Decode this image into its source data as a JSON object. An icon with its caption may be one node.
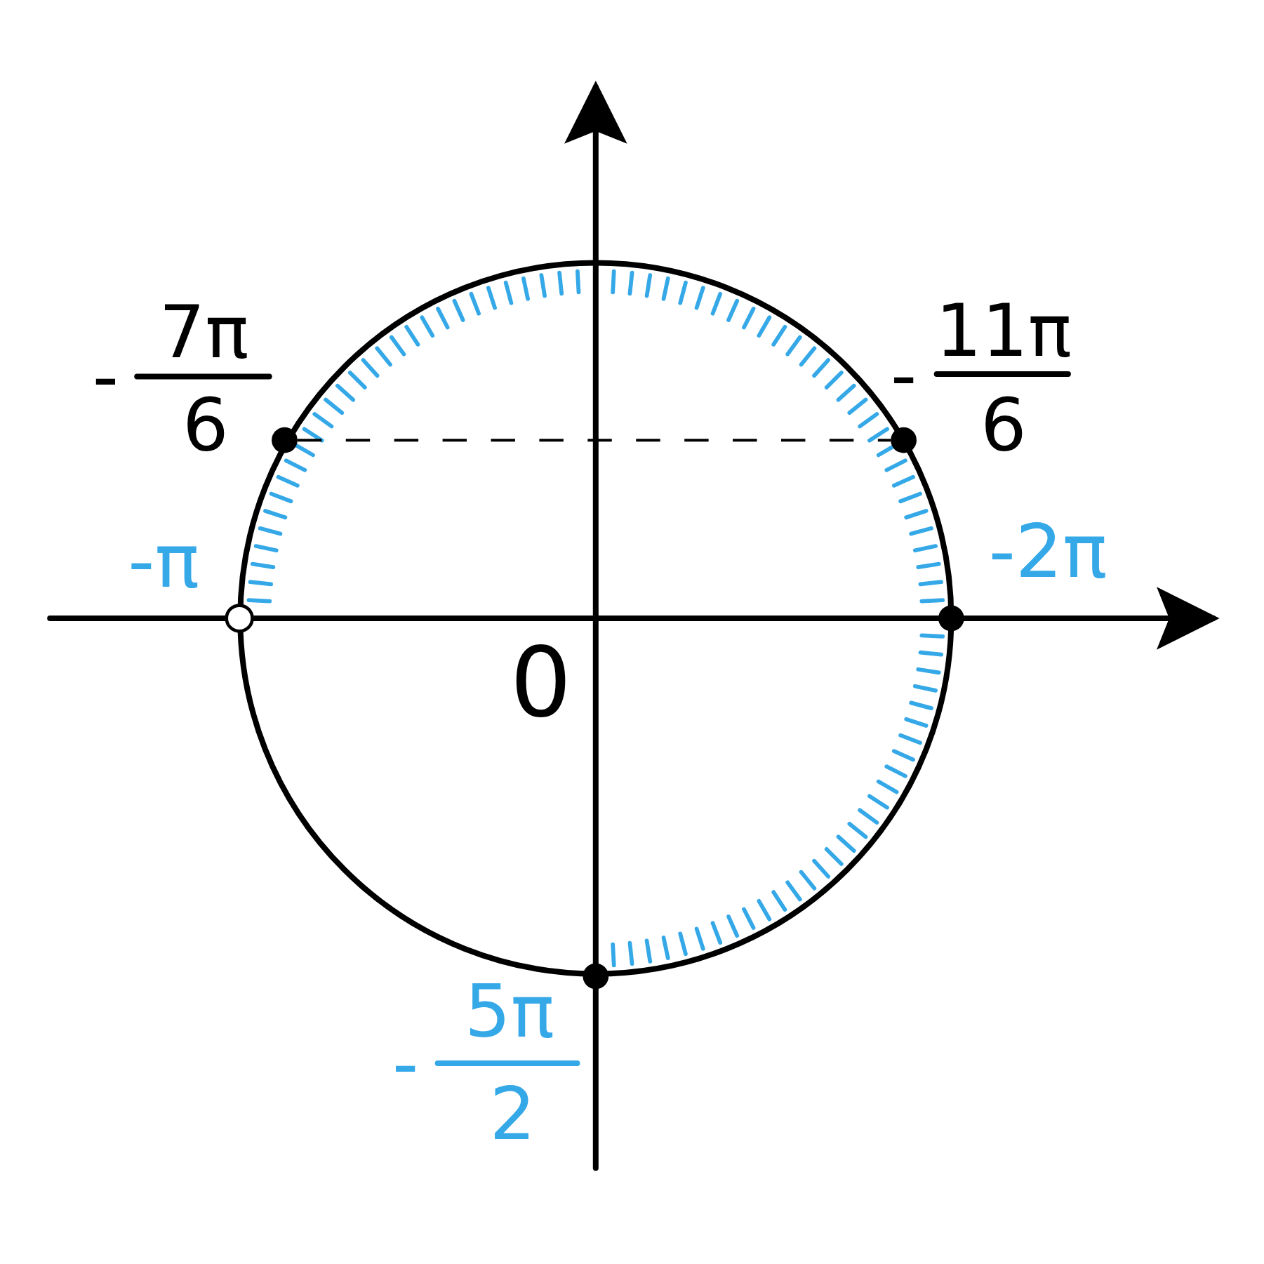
{
  "diagram": {
    "nodes": [
      {
        "text": [],
        "shape": "circle"
      },
      {
        "text": [],
        "shape": "circle"
      },
      {
        "text": [],
        "shape": "circle"
      },
      {
        "text": [],
        "shape": "circle"
      },
      {
        "text": [],
        "shape": "circle"
      }
    ],
    "edges": [
      {
        "from": 0,
        "to": 1,
        "arrow": "none",
        "style": "dashed"
      }
    ],
    "labels": [
      "-",
      "7π",
      "6",
      "-",
      "11π",
      "6",
      "-π",
      "-2π",
      "0",
      "-",
      "5π",
      "2"
    ]
  }
}
